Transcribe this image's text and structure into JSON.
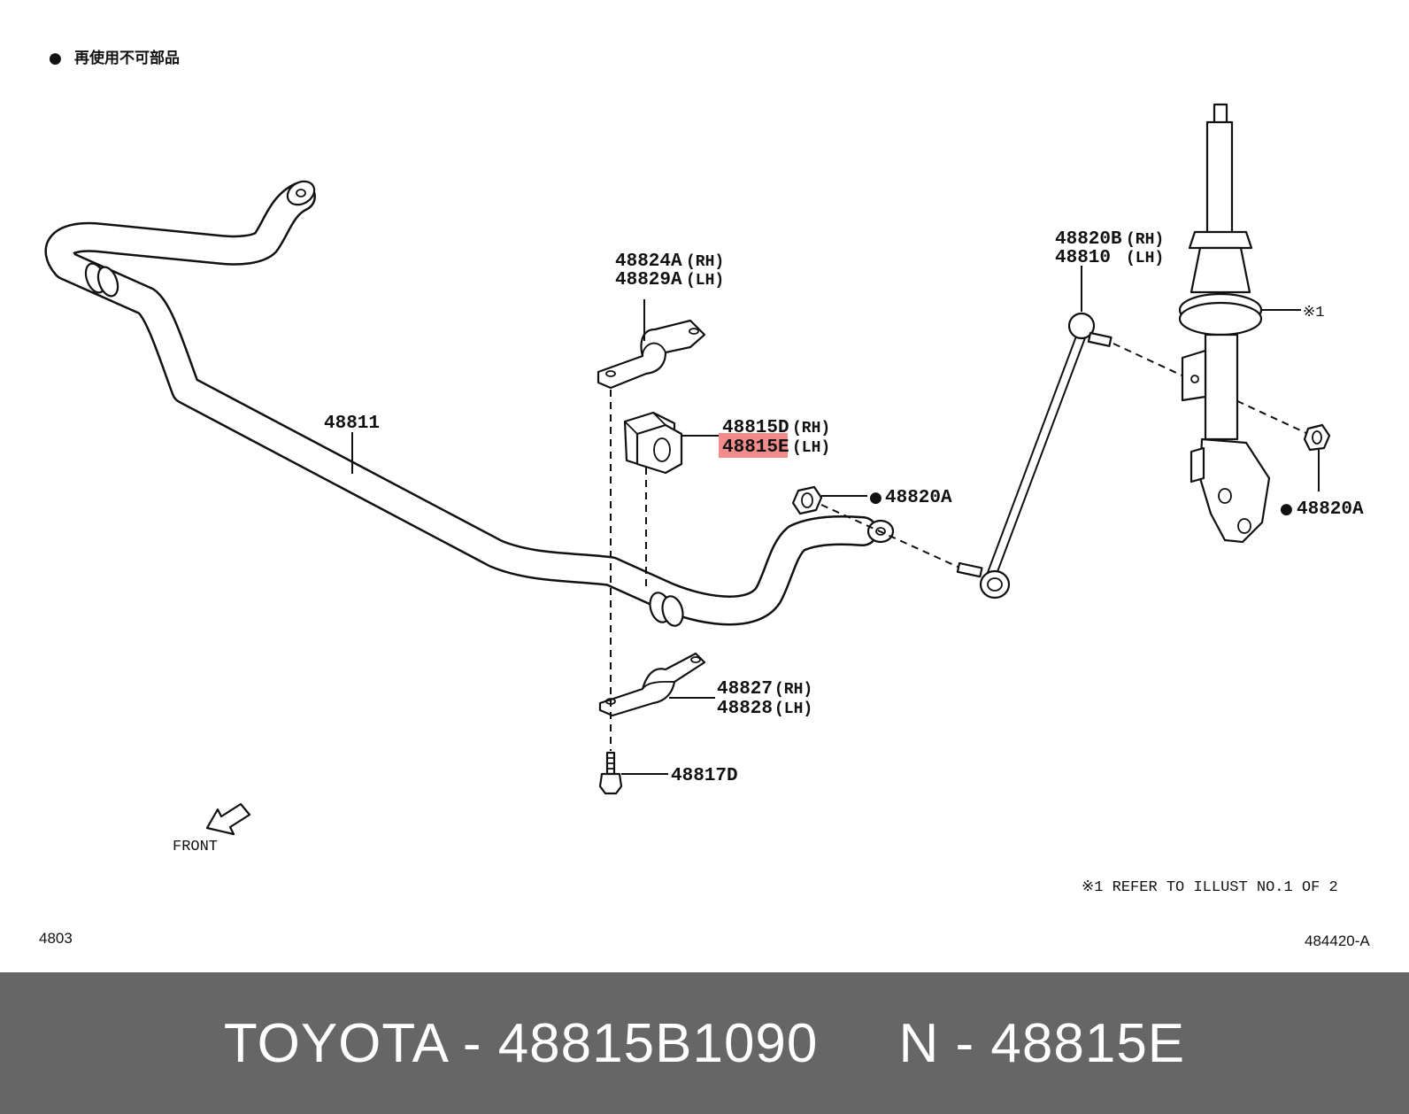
{
  "diagram": {
    "legend": {
      "symbol": "●",
      "text": "再使用不可部品"
    },
    "parts": {
      "stabilizer_bar": "48811",
      "bracket_upper_rh": "48824A",
      "bracket_upper_lh": "48829A",
      "bushing_rh": "48815D",
      "bushing_lh": "48815E",
      "link_rh": "48820B",
      "link_lh": "48810",
      "nut_left": "48820A",
      "nut_right": "48820A",
      "bracket_lower_rh": "48827",
      "bracket_lower_lh": "48828",
      "bolt": "48817D"
    },
    "rh_tag": "(RH)",
    "lh_tag": "(LH)",
    "reuse_mark": "●",
    "ref_mark": "※1",
    "front_label": "FRONT",
    "note": "※1  REFER TO ILLUST NO.1 OF 2",
    "code_left": "4803",
    "code_right": "484420-A",
    "highlight_color": "#f28b8b"
  },
  "footer": {
    "text": "TOYOTA - 48815B1090     N - 48815E",
    "background": "#666666",
    "color": "#ffffff"
  }
}
